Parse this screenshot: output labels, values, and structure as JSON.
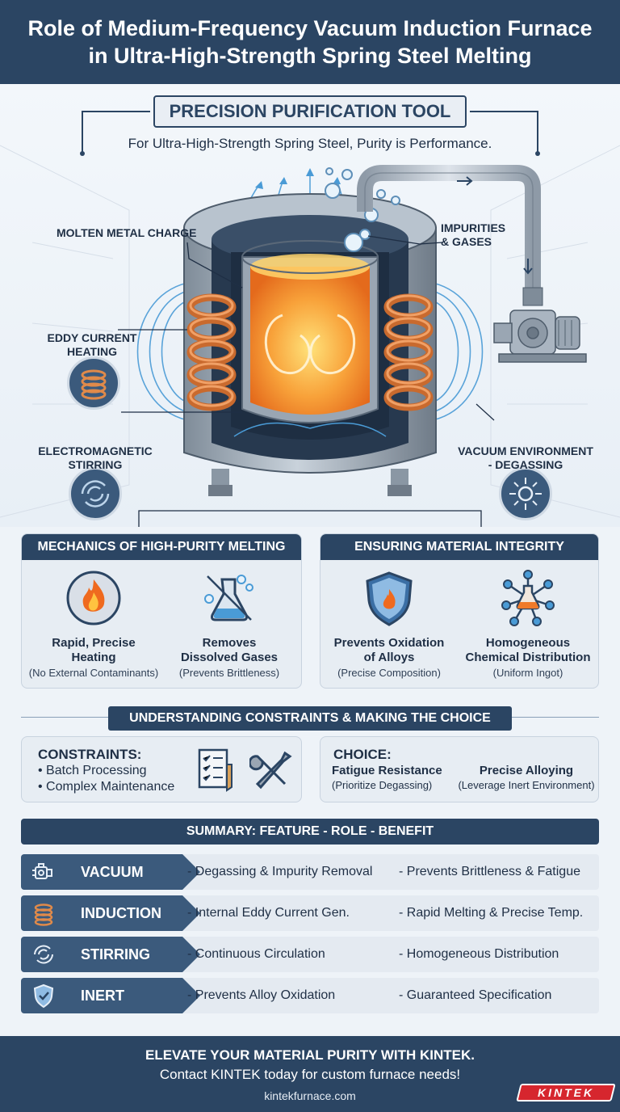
{
  "header": {
    "title_line1": "Role of Medium-Frequency Vacuum Induction Furnace",
    "title_line2": "in Ultra-High-Strength Spring Steel Melting"
  },
  "hero": {
    "headline": "PRECISION PURIFICATION TOOL",
    "subline": "For Ultra-High-Strength Spring Steel, Purity is Performance.",
    "labels": {
      "molten": "MOLTEN METAL CHARGE",
      "impurities_1": "IMPURITIES",
      "impurities_2": "& GASES",
      "eddy_1": "EDDY CURRENT",
      "eddy_2": "HEATING",
      "stirring_1": "ELECTROMAGNETIC",
      "stirring_2": "STIRRING",
      "vacuum_1": "VACUUM ENVIRONMENT",
      "vacuum_2": "- DEGASSING"
    }
  },
  "mechanics": {
    "title": "MECHANICS OF HIGH-PURITY MELTING",
    "items": [
      {
        "title_1": "Rapid, Precise",
        "title_2": "Heating",
        "sub": "(No External Contaminants)",
        "icon": "flame-icon"
      },
      {
        "title_1": "Removes",
        "title_2": "Dissolved Gases",
        "sub": "(Prevents Brittleness)",
        "icon": "flask-bubbles-icon"
      }
    ]
  },
  "integrity": {
    "title": "ENSURING MATERIAL INTEGRITY",
    "items": [
      {
        "title_1": "Prevents Oxidation",
        "title_2": "of Alloys",
        "sub": "(Precise Composition)",
        "icon": "shield-flame-icon"
      },
      {
        "title_1": "Homogeneous",
        "title_2": "Chemical Distribution",
        "sub": "(Uniform Ingot)",
        "icon": "molecule-flask-icon"
      }
    ]
  },
  "constraints_section": {
    "title": "UNDERSTANDING CONSTRAINTS & MAKING THE CHOICE",
    "constraints": {
      "title": "CONSTRAINTS:",
      "items": [
        "• Batch Processing",
        "• Complex Maintenance"
      ]
    },
    "choice": {
      "title": "CHOICE:",
      "options": [
        {
          "title": "Fatigue Resistance",
          "sub": "(Prioritize Degassing)"
        },
        {
          "title": "Precise Alloying",
          "sub": "(Leverage Inert Environment)"
        }
      ]
    }
  },
  "summary": {
    "title": "SUMMARY: FEATURE - ROLE - BENEFIT",
    "rows": [
      {
        "feature": "VACUUM",
        "role": "- Degassing & Impurity Removal",
        "benefit": "- Prevents Brittleness & Fatigue",
        "icon": "vacuum-pump-icon"
      },
      {
        "feature": "INDUCTION",
        "role": "- Internal Eddy Current Gen.",
        "benefit": "- Rapid Melting & Precise Temp.",
        "icon": "coil-icon"
      },
      {
        "feature": "STIRRING",
        "role": "- Continuous Circulation",
        "benefit": "- Homogeneous Distribution",
        "icon": "swirl-icon"
      },
      {
        "feature": "INERT",
        "role": "- Prevents Alloy Oxidation",
        "benefit": "- Guaranteed Specification",
        "icon": "shield-check-icon"
      }
    ]
  },
  "footer": {
    "line1": "ELEVATE YOUR MATERIAL PURITY WITH KINTEK.",
    "line2": "Contact KINTEK today for custom furnace needs!",
    "url": "kintekfurnace.com",
    "logo": "KINTEK"
  },
  "colors": {
    "navy": "#2b4563",
    "steel_blue": "#3b5a7c",
    "copper": "#d9773a",
    "molten": "#f39a2a",
    "field_blue": "#4a9bd6",
    "brand_red": "#d6262e"
  }
}
